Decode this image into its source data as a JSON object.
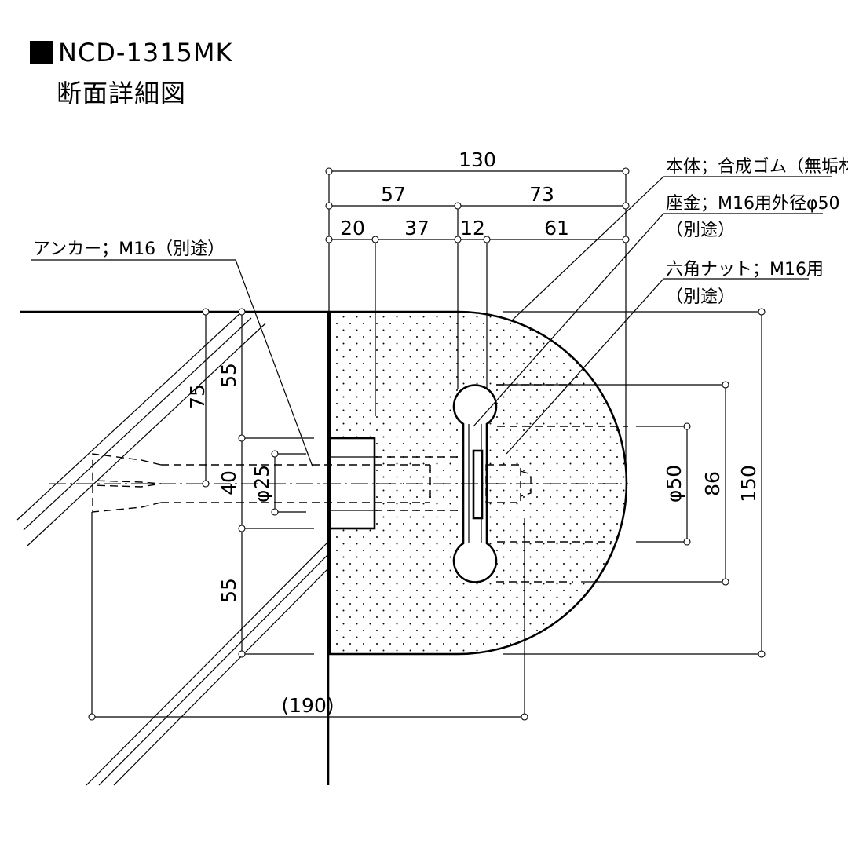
{
  "header": {
    "model": "NCD-1315MK",
    "subtitle": "断面詳細図"
  },
  "dimensions": {
    "top_total": "130",
    "top_left": "57",
    "top_right": "73",
    "seg_1": "20",
    "seg_2": "37",
    "seg_3": "12",
    "seg_4": "61",
    "left_75": "75",
    "left_55_top": "55",
    "left_40": "40",
    "left_55_bottom": "55",
    "dia_25": "φ25",
    "dia_50": "φ50",
    "right_86": "86",
    "right_150": "150",
    "bottom_190": "(190)"
  },
  "labels": {
    "body_line": "本体；合成ゴム（無垢材）",
    "washer_line1": "座金；M16用外径φ50",
    "washer_line2": "（別途）",
    "nut_line1": "六角ナット；M16用",
    "nut_line2": "（別途）",
    "anchor_line": "アンカー；M16（別途）"
  }
}
